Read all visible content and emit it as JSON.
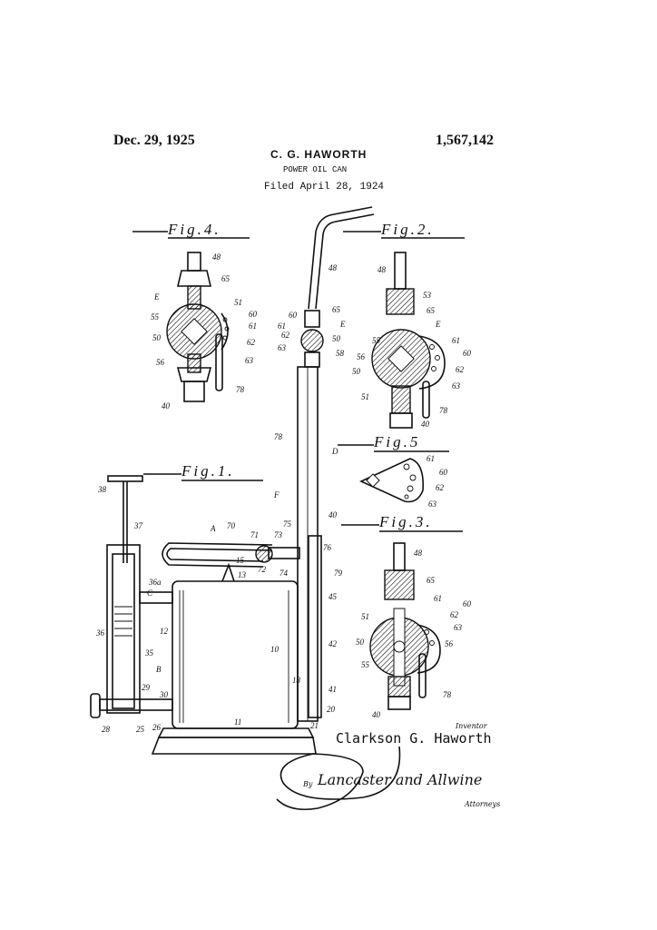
{
  "header": {
    "date": "Dec. 29, 1925",
    "patent_number": "1,567,142",
    "inventor": "C. G. HAWORTH",
    "title": "POWER OIL CAN",
    "filed": "Filed April 28, 1924"
  },
  "figures": {
    "fig1": "Fig.1.",
    "fig2": "Fig.2.",
    "fig3": "Fig.3.",
    "fig4": "Fig.4.",
    "fig5": "Fig.5"
  },
  "numerals": {
    "fig4": [
      "48",
      "65",
      "E",
      "51",
      "55",
      "60",
      "61",
      "50",
      "62",
      "56",
      "63",
      "78",
      "40"
    ],
    "fig2": [
      "48",
      "53",
      "65",
      "E",
      "61",
      "55",
      "60",
      "56",
      "50",
      "62",
      "63",
      "51",
      "78",
      "40"
    ],
    "fig5": [
      "61",
      "60",
      "62",
      "63"
    ],
    "fig3": [
      "48",
      "65",
      "61",
      "60",
      "51",
      "62",
      "63",
      "50",
      "56",
      "55",
      "78",
      "40"
    ],
    "fig1": [
      "48",
      "65",
      "60",
      "E",
      "62",
      "50",
      "63",
      "58",
      "61",
      "78",
      "D",
      "F",
      "40",
      "A",
      "70",
      "71",
      "73",
      "75",
      "76",
      "79",
      "15",
      "72",
      "74",
      "13",
      "45",
      "38",
      "37",
      "36a",
      "C",
      "36",
      "12",
      "35",
      "B",
      "10",
      "42",
      "18",
      "41",
      "20",
      "29",
      "30",
      "28",
      "25",
      "26",
      "11",
      "21"
    ]
  },
  "signature": {
    "inventor_label": "Inventor",
    "inventor_name": "Clarkson G. Haworth",
    "by": "By",
    "attorney_sig": "Lancaster and Allwine",
    "attorney_label": "Attorneys"
  }
}
